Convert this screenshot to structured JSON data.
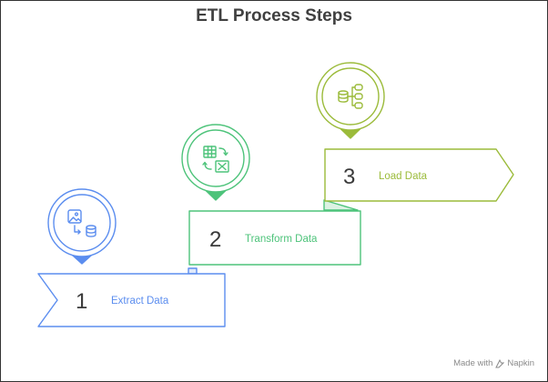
{
  "title": "ETL Process Steps",
  "colors": {
    "step1": "#5b8def",
    "step2": "#4dc37a",
    "step3": "#9bbb3a"
  },
  "steps": [
    {
      "number": "1",
      "label": "Extract Data",
      "icon": "image-database-icon"
    },
    {
      "number": "2",
      "label": "Transform Data",
      "icon": "spreadsheet-transform-icon"
    },
    {
      "number": "3",
      "label": "Load Data",
      "icon": "database-hierarchy-icon"
    }
  ],
  "footer": {
    "made_with": "Made with",
    "brand": "Napkin"
  }
}
